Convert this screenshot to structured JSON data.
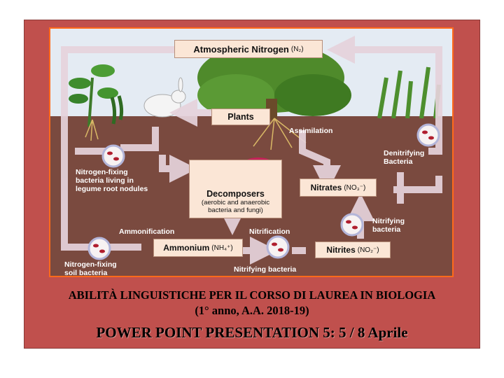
{
  "diagram": {
    "atmospheric": {
      "label": "Atmospheric Nitrogen",
      "formula": "(N₂)"
    },
    "plants": "Plants",
    "assimilation": "Assimilation",
    "denitrifying": [
      "Denitrifying",
      "Bacteria"
    ],
    "nitrogen_fixing_legume": [
      "Nitrogen-fixing",
      "bacteria living in",
      "legume root nodules"
    ],
    "decomposers": {
      "title": "Decomposers",
      "sub1": "(aerobic and anaerobic",
      "sub2": "bacteria and fungi)"
    },
    "nitrates": {
      "label": "Nitrates",
      "formula": "(NO₃⁻)"
    },
    "nitrifying_bacteria_right": [
      "Nitrifying",
      "bacteria"
    ],
    "ammonification": "Ammonification",
    "nitrification": "Nitrification",
    "ammonium": {
      "label": "Ammonium",
      "formula": "(NH₄⁺)"
    },
    "nitrites": {
      "label": "Nitrites",
      "formula": "(NO₂⁻)"
    },
    "nitrogen_fixing_soil": [
      "Nitrogen-fixing",
      "soil bacteria"
    ],
    "nitrifying_bacteria_bottom": "Nitrifying bacteria"
  },
  "captions": {
    "line1": "ABILITÀ LINGUISTICHE PER IL CORSO DI LAUREA IN BIOLOGIA",
    "line2": "(1° anno, A.A. 2018-19)",
    "line3": "POWER POINT PRESENTATION 5: 5 / 8 Aprile"
  }
}
